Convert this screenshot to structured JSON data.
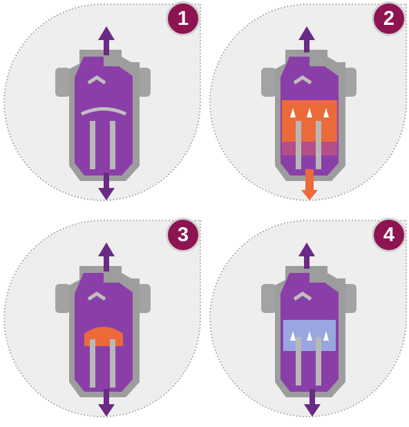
{
  "steps": [
    {
      "number": "1"
    },
    {
      "number": "2"
    },
    {
      "number": "3"
    },
    {
      "number": "4"
    }
  ],
  "colors": {
    "panel_bg": "#eeeeee",
    "dotted_outline": "#8a8a8a",
    "badge_fill": "#8e1451",
    "badge_ring": "#d2d2d2",
    "condensate_purple": "#8a3fa8",
    "arrow_purple": "#6b2a86",
    "steam_orange": "#ec6a3a",
    "air_blue": "#9aa6e0",
    "metal_gray": "#9d9d9d"
  }
}
